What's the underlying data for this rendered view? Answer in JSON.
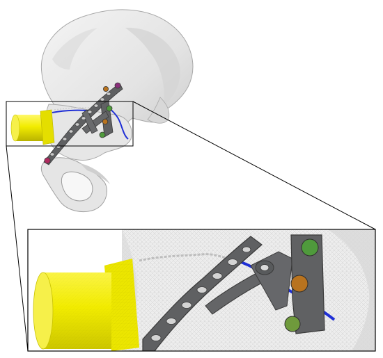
{
  "figure": {
    "background": "#ffffff",
    "colors": {
      "bone": "#e8e8e8",
      "bone_shadow": "#c9c9c9",
      "bone_outline": "#9a9a9a",
      "plate": "#5f6062",
      "plate_highlight": "#8a8b8d",
      "fixture": "#f2ec00",
      "fixture_shadow": "#c8c200",
      "fracture_line": "#1f2fd6",
      "screw_green": "#4f9a3c",
      "screw_orange": "#b8731f",
      "screw_purple": "#8a2f7a",
      "screw_magenta": "#b02a5f",
      "mesh": "#b7b7b7",
      "frame_stroke": "#000000"
    },
    "elements": {
      "pelvis_model": "3d-pelvis-bone-model",
      "fixation_plate": "perforated-fixation-plate",
      "cylinder_fixture": "yellow-cylinder-fixture",
      "fracture": "fracture-line",
      "zoom_inset": "zoomed-mesh-detail"
    }
  }
}
